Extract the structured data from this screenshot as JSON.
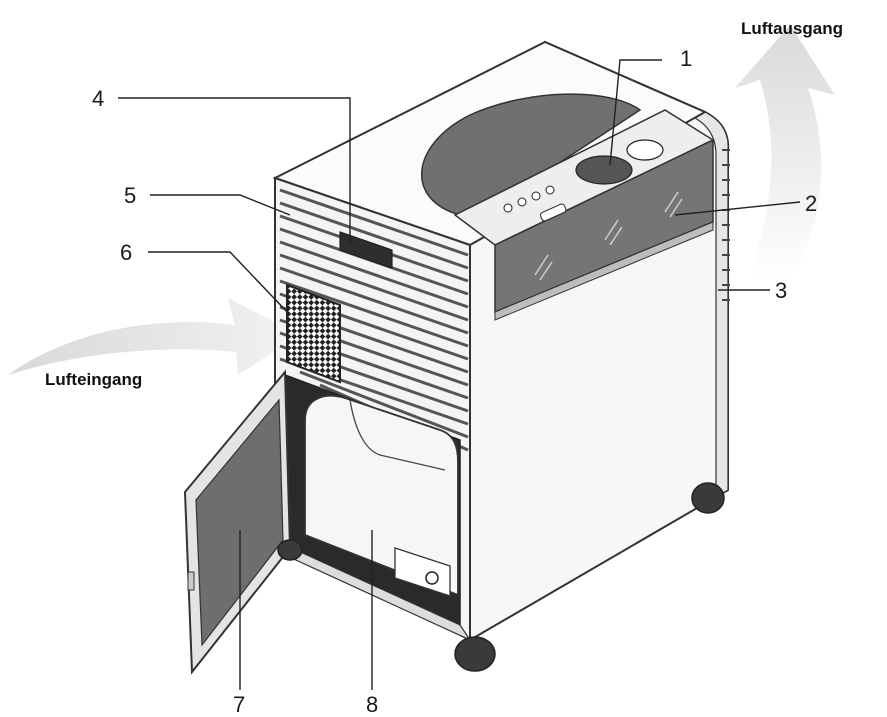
{
  "labels": {
    "air_outlet": "Luftausgang",
    "air_inlet": "Lufteingang"
  },
  "callouts": [
    {
      "id": "1",
      "text": "1"
    },
    {
      "id": "2",
      "text": "2"
    },
    {
      "id": "3",
      "text": "3"
    },
    {
      "id": "4",
      "text": "4"
    },
    {
      "id": "5",
      "text": "5"
    },
    {
      "id": "6",
      "text": "6"
    },
    {
      "id": "7",
      "text": "7"
    },
    {
      "id": "8",
      "text": "8"
    }
  ],
  "colors": {
    "body_fill": "#f7f7f7",
    "panel_dark": "#6e6e6e",
    "arrow_fill": "#dcdcdc",
    "outline": "#333333"
  }
}
